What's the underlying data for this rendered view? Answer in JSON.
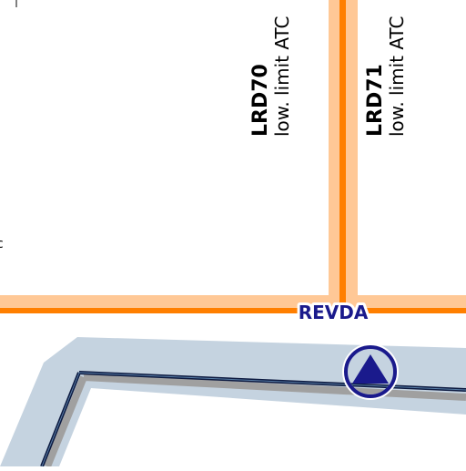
{
  "map": {
    "sectors": [
      {
        "id": "LRD70",
        "note": "low. limit ATC"
      },
      {
        "id": "LRD71",
        "note": "low. limit ATC"
      }
    ],
    "waypoint": {
      "name": "REVDA"
    },
    "colors": {
      "background": "#ffffff",
      "sector_boundary": "#ff7f00",
      "sector_boundary_halo": "#ffc896",
      "waypoint_label": "#1a1a8c",
      "waypoint_symbol": "#1a1a8c",
      "airspace_fill": "#c5d3e0",
      "airspace_line": "#0d1a40",
      "airspace_shadow": "#999999"
    },
    "icons": [
      "waypoint-triangle-icon"
    ]
  }
}
